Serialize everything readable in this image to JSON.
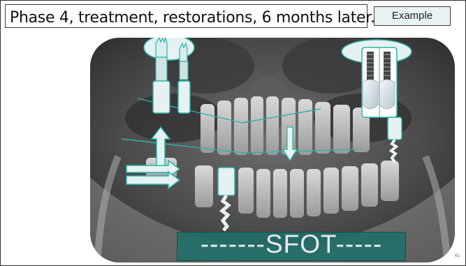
{
  "slide": {
    "title": "Phase 4, treatment, restorations, 6 months later.",
    "example_button": "Example",
    "banner_text": "-------SFOT-----",
    "page_number": "61"
  },
  "colors": {
    "accent_teal": "#2bb3a8",
    "banner_bg": "#1f6f6a",
    "button_bg": "#eaf3f4"
  },
  "icons": [
    "implant-screw-icon",
    "arrow-up-icon",
    "arrow-right-icon",
    "arrow-down-icon",
    "crown-icon"
  ]
}
